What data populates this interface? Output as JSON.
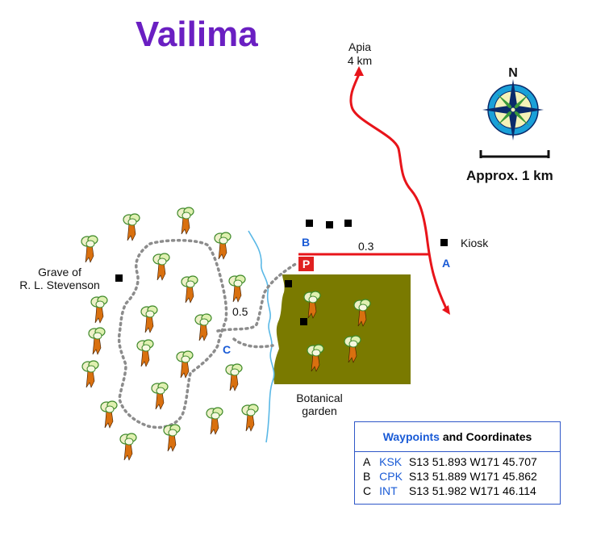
{
  "title": "Vailima",
  "labels": {
    "apia": "Apia",
    "apia_dist": "4 km",
    "kiosk": "Kiosk",
    "grave_line1": "Grave of",
    "grave_line2": "R. L. Stevenson",
    "botanical_line1": "Botanical",
    "botanical_line2": "garden",
    "distance_road": "0.3",
    "distance_trail": "0.5",
    "parking": "P",
    "point_a": "A",
    "point_b": "B",
    "point_c": "C"
  },
  "compass": {
    "north": "N"
  },
  "scale": {
    "label": "Approx. 1 km"
  },
  "waypoints": {
    "header_highlight": "Waypoints",
    "header_rest": " and Coordinates",
    "rows": [
      {
        "id": "A",
        "code": "KSK",
        "lat": "S13 51.893",
        "lon": "W171 45.707"
      },
      {
        "id": "B",
        "code": "CPK",
        "lat": "S13 51.889",
        "lon": "W171 45.862"
      },
      {
        "id": "C",
        "code": "INT",
        "lat": "S13 51.982",
        "lon": "W171 46.114"
      }
    ]
  },
  "colors": {
    "title": "#6a1fc2",
    "road": "#e8141a",
    "river": "#5ab8e6",
    "trail": "#8c8c8c",
    "garden": "#7a7a00",
    "waypoint_label": "#1a5bd6",
    "parking": "#e02020"
  },
  "icons": [
    "tree-icon",
    "building-icon",
    "compass-rose-icon",
    "parking-icon"
  ]
}
